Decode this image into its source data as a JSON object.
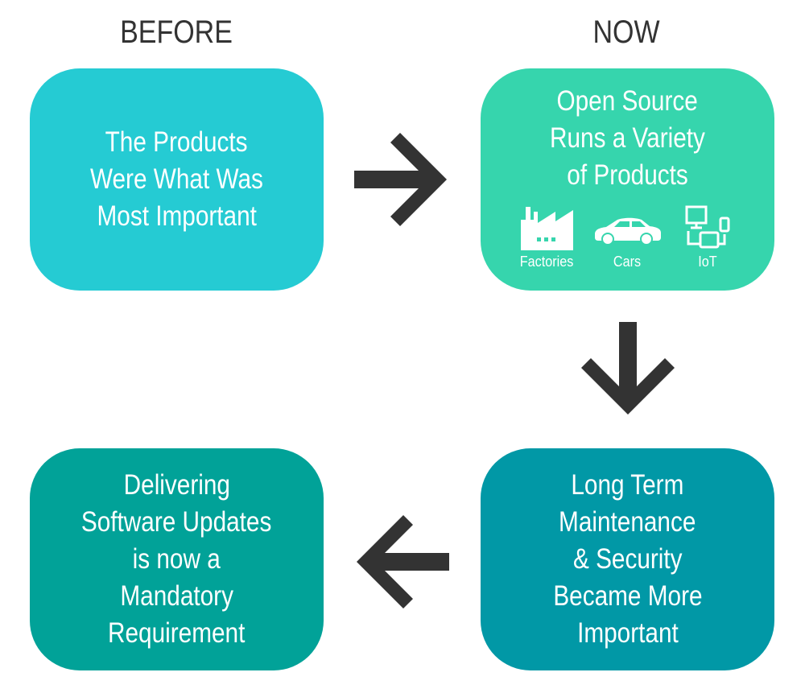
{
  "headers": {
    "before": "BEFORE",
    "now": "NOW"
  },
  "boxes": {
    "before": {
      "lines": [
        "The Products",
        "Were What Was",
        "Most Important"
      ],
      "color": "#25cbd3"
    },
    "now": {
      "lines": [
        "Open Source",
        "Runs a Variety",
        "of Products"
      ],
      "color": "#36d5ad",
      "icons": [
        {
          "icon": "factory-icon",
          "label": "Factories"
        },
        {
          "icon": "car-icon",
          "label": "Cars"
        },
        {
          "icon": "iot-devices-icon",
          "label": "IoT"
        }
      ]
    },
    "maintenance": {
      "lines": [
        "Long Term",
        "Maintenance",
        "& Security",
        "Became More",
        "Important"
      ],
      "color": "#0198a6"
    },
    "updates": {
      "lines": [
        "Delivering",
        "Software Updates",
        "is now a",
        "Mandatory",
        "Requirement"
      ],
      "color": "#01a298"
    }
  },
  "arrow_color": "#333333"
}
